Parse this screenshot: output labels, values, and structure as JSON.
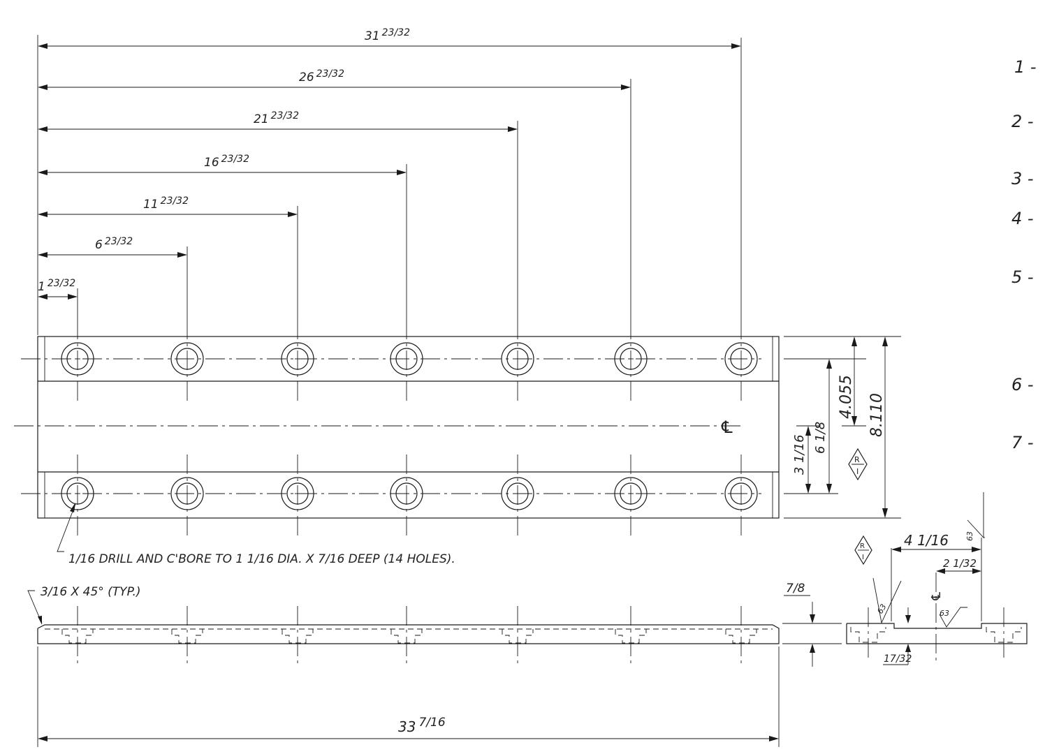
{
  "top_view": {
    "hole_positions": [
      {
        "whole": "1",
        "frac": "23/32"
      },
      {
        "whole": "6",
        "frac": "23/32"
      },
      {
        "whole": "11",
        "frac": "23/32"
      },
      {
        "whole": "16",
        "frac": "23/32"
      },
      {
        "whole": "21",
        "frac": "23/32"
      },
      {
        "whole": "26",
        "frac": "23/32"
      },
      {
        "whole": "31",
        "frac": "23/32"
      }
    ],
    "dim_4055": "4.055",
    "dim_8110": "8.110",
    "dim_6_1_8": "6 1/8",
    "dim_3_1_16": "3 1/16",
    "centerline_symbol": "℄",
    "finish_symbol": {
      "top": "R",
      "bottom": "I"
    },
    "hole_note": "1/16 DRILL AND C'BORE TO 1 1/16 DIA. X 7/16 DEEP (14 HOLES)."
  },
  "front_view": {
    "chamfer_note": "3/16 X 45° (TYP.)",
    "overall_length": {
      "whole": "33",
      "frac": "7/16"
    }
  },
  "side_view": {
    "finish_symbol": {
      "top": "R",
      "bottom": "I"
    },
    "dim_4_1_16": "4 1/16",
    "dim_2_1_32": "2 1/32",
    "dim_7_8": "7/8",
    "dim_17_32": "17/32",
    "surface_finish": "63",
    "centerline_symbol": "℄"
  },
  "margin_numbers": [
    "1 -",
    "2 -",
    "3 -",
    "4 -",
    "5 -",
    "6 -",
    "7 -"
  ]
}
